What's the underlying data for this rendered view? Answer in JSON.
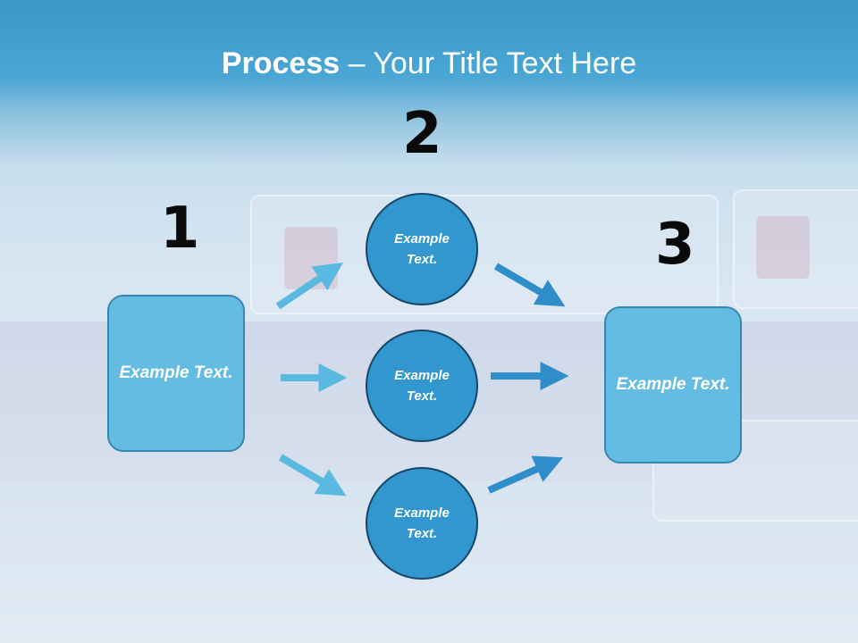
{
  "slide": {
    "title_bold": "Process",
    "title_rest": " – Your Title Text Here"
  },
  "steps": {
    "step1_number": "1",
    "step2_number": "2",
    "step3_number": "3"
  },
  "nodes": {
    "left_box": "Example Text.",
    "circle_top": "Example Text.",
    "circle_middle": "Example Text.",
    "circle_bottom": "Example Text.",
    "right_box": "Example Text."
  },
  "colors": {
    "header": "#3b97c8",
    "box_fill": "#63bde2",
    "circle_fill": "#3296cf",
    "arrow_light": "#5ab9e1",
    "arrow_dark": "#2f8ec9"
  }
}
